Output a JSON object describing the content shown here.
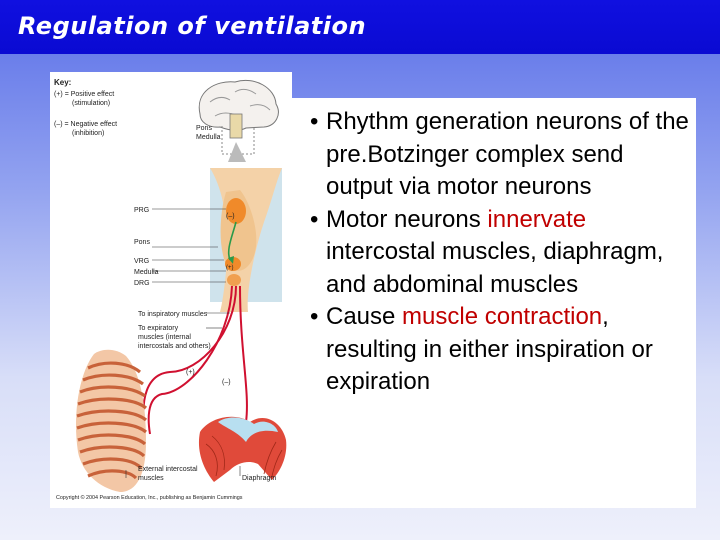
{
  "slide": {
    "title": "Regulation of ventilation"
  },
  "figure": {
    "key_title": "Key:",
    "key_positive_1": "(+) = Positive effect",
    "key_positive_2": "(stimulation)",
    "key_negative_1": "(–) = Negative effect",
    "key_negative_2": "(inhibition)",
    "label_pons_top": "Pons",
    "label_medulla_top": "Medulla",
    "label_prg": "PRG",
    "label_pons": "Pons",
    "label_vrg": "VRG",
    "label_medulla": "Medulla",
    "label_drg": "DRG",
    "label_to_inspiratory": "To inspiratory muscles",
    "label_to_expiratory_1": "To expiratory",
    "label_to_expiratory_2": "muscles (internal",
    "label_to_expiratory_3": "intercostals and others)",
    "label_external_1": "External intercostal",
    "label_external_2": "muscles",
    "label_diaphragm": "Diaphragm",
    "sign_minus_prg": "(–)",
    "sign_plus_vrg": "(+)",
    "sign_plus_nerve": "(+)",
    "sign_minus_nerve": "(–)",
    "copyright": "Copyright © 2004 Pearson Education, Inc., publishing as Benjamin Cummings"
  },
  "bullets": [
    {
      "parts": [
        {
          "text": "Rhythm generation neurons of the pre.Botzinger complex send output via motor neurons",
          "red": false
        }
      ]
    },
    {
      "parts": [
        {
          "text": "Motor neurons ",
          "red": false
        },
        {
          "text": "innervate",
          "red": true
        },
        {
          "text": " intercostal muscles, diaphragm, and abdominal muscles",
          "red": false
        }
      ]
    },
    {
      "parts": [
        {
          "text": "Cause ",
          "red": false
        },
        {
          "text": "muscle contraction",
          "red": true
        },
        {
          "text": ", resulting in either inspiration or expiration",
          "red": false
        }
      ]
    }
  ]
}
